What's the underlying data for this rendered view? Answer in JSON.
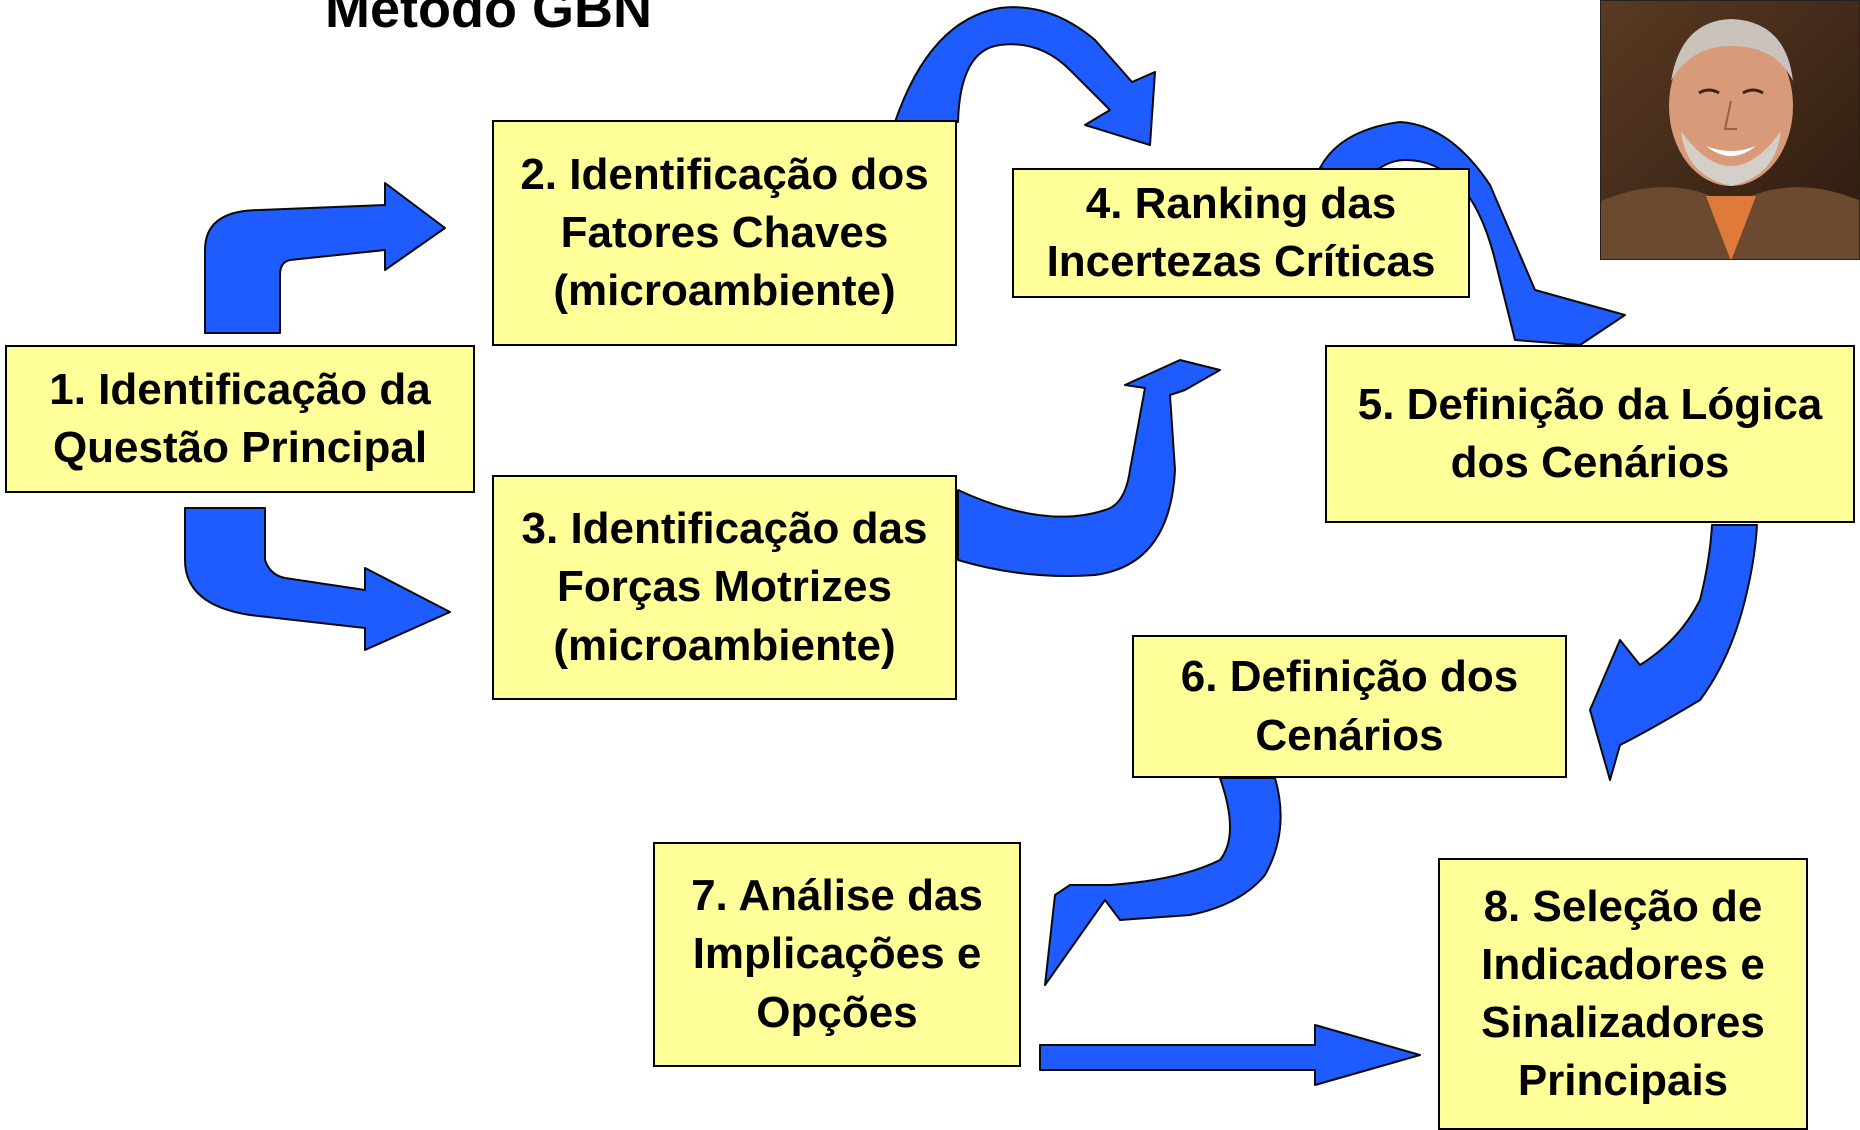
{
  "title": "Método GBN",
  "steps": {
    "s1": "1. Identificação da\nQuestão Principal",
    "s2": "2. Identificação dos\nFatores Chaves\n(microambiente)",
    "s3": "3. Identificação das\nForças Motrizes\n(microambiente)",
    "s4": "4. Ranking das\nIncertezas Críticas",
    "s5": "5. Definição da Lógica\ndos Cenários",
    "s6": "6. Definição dos\nCenários",
    "s7": "7. Análise das\nImplicações e\nOpções",
    "s8": "8. Seleção de\nIndicadores e\nSinalizadores\nPrincipais"
  },
  "colors": {
    "box_fill": "#ffff99",
    "arrow_fill": "#1f5cff",
    "outline": "#000000"
  },
  "photo": {
    "icon": "portrait-photo"
  }
}
